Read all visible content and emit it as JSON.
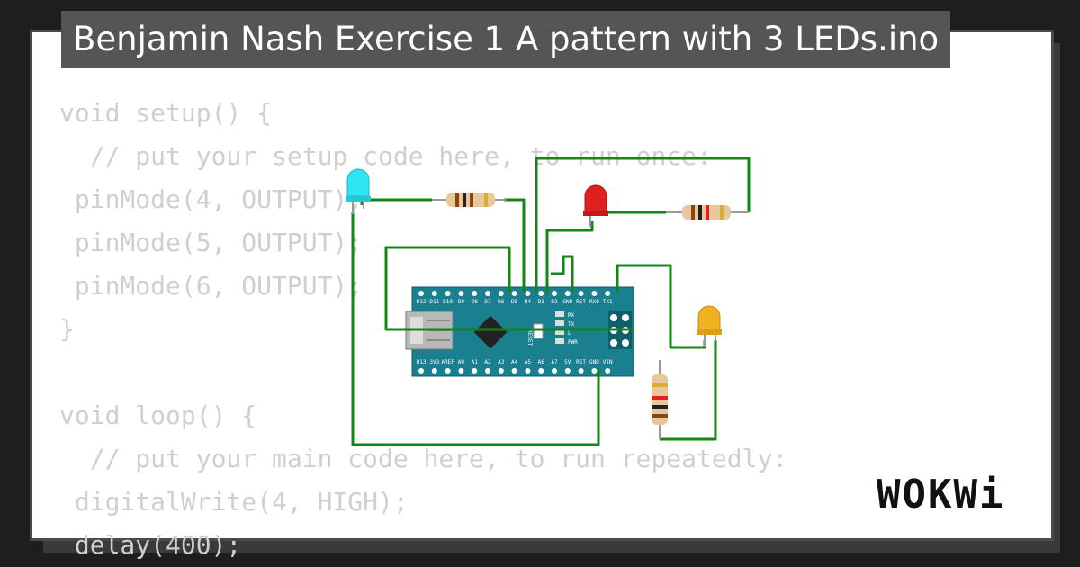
{
  "window": {
    "title": "Benjamin Nash Exercise 1 A pattern with 3 LEDs.ino"
  },
  "code_lines": [
    "void setup() {",
    "  // put your setup code here, to run once:",
    " pinMode(4, OUTPUT);",
    " pinMode(5, OUTPUT);",
    " pinMode(6, OUTPUT);",
    "}",
    "",
    "void loop() {",
    "  // put your main code here, to run repeatedly:",
    " digitalWrite(4, HIGH);",
    " delay(400);"
  ],
  "board": {
    "top_pins": [
      "D12",
      "D11",
      "D10",
      "D9",
      "D8",
      "D7",
      "D6",
      "D5",
      "D4",
      "D3",
      "D2",
      "GND",
      "RST",
      "RX0",
      "TX1"
    ],
    "bottom_pins": [
      "D13",
      "3V3",
      "AREF",
      "A0",
      "A1",
      "A2",
      "A3",
      "A4",
      "A5",
      "A6",
      "A7",
      "5V",
      "RST",
      "GND",
      "VIN"
    ],
    "labels": {
      "reset": "RESET",
      "rx": "RX",
      "tx": "TX",
      "l": "L",
      "pwr": "PWR"
    }
  },
  "logo": {
    "text": "WOKWi"
  },
  "colors": {
    "background": "#1e1e1e",
    "title_bg": "#555555",
    "code_text": "#cfcfcf",
    "board": "#1a7f8f",
    "wire": "#118811",
    "led_cyan": "#2ee6f0",
    "led_red": "#e02020",
    "led_yellow": "#f0b020"
  },
  "icons": [
    "usb-connector-icon",
    "chip-icon",
    "wokwi-logo"
  ]
}
